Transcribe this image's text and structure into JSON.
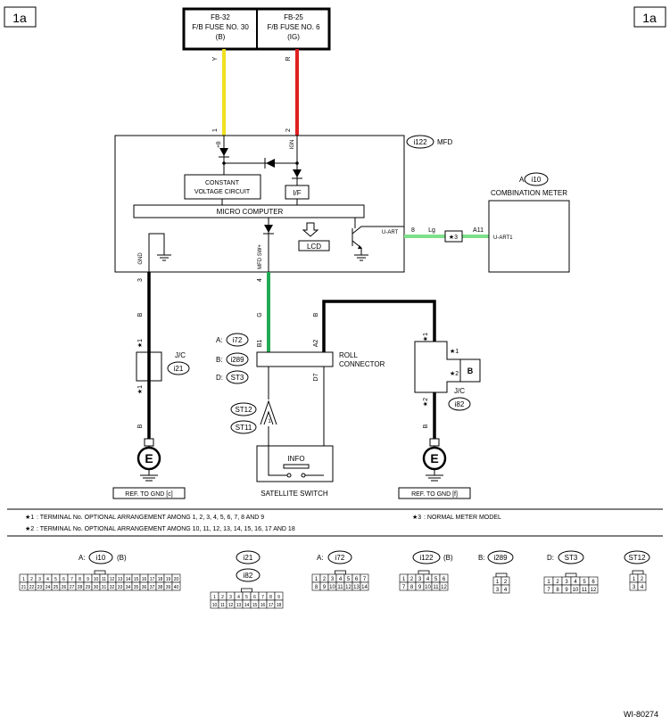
{
  "page_id": "1a",
  "doc_code": "WI-80274",
  "fuses": [
    {
      "name": "FB-32",
      "line1": "F/B FUSE NO. 30",
      "line2": "(B)",
      "wire": "Y",
      "color": "#f0e020",
      "pin": "1"
    },
    {
      "name": "FB-25",
      "line1": "F/B FUSE NO. 6",
      "line2": "(IG)",
      "wire": "R",
      "color": "#e02020",
      "pin": "2"
    }
  ],
  "mfd": {
    "conn": "i122",
    "label": "MFD",
    "pin_b": "+B",
    "pin_ign": "IGN",
    "cvc1": "CONSTANT",
    "cvc2": "VOLTAGE CIRCUIT",
    "if": "I/F",
    "micro": "MICRO COMPUTER",
    "lcd": "LCD",
    "gnd": "GND",
    "gnd_pin": "3",
    "sw": "MFD SW+",
    "sw_pin": "4",
    "uart": "U-ART",
    "uart_pin": "8"
  },
  "meter": {
    "prefix": "A:",
    "conn": "i10",
    "label": "COMBINATION METER",
    "pin": "A11",
    "pin_label": "U-ART1",
    "wire": "Lg",
    "wire_color": "#7de08a",
    "marker": "★3"
  },
  "wires": {
    "gnd": "B",
    "sw": "G",
    "sw_color": "#22aa55",
    "roll": "B"
  },
  "jc_left": {
    "label": "J/C",
    "conn": "i21",
    "top": "★1",
    "bottom": "★1",
    "wire_below": "B",
    "ref": "REF. TO GND [c]",
    "e": "E"
  },
  "jc_right": {
    "label": "J/C",
    "conn": "i82",
    "top": "★1",
    "mid1": "★1",
    "mid2": "★2",
    "bottom": "★2",
    "b": "B",
    "wire_below": "B",
    "ref": "REF. TO GND [f]",
    "e": "E"
  },
  "roll": {
    "label1": "ROLL",
    "label2": "CONNECTOR",
    "conns": [
      {
        "prefix": "A:",
        "id": "i72"
      },
      {
        "prefix": "B:",
        "id": "i289"
      },
      {
        "prefix": "D:",
        "id": "ST3"
      }
    ],
    "pin_b1": "B1",
    "pin_a2": "A2",
    "pin_d7": "D7"
  },
  "st": {
    "c1": "ST12",
    "c2": "ST11",
    "p1": "1",
    "p2": "1"
  },
  "sat": {
    "info": "INFO",
    "label": "SATELLITE SWITCH"
  },
  "notes": [
    {
      "mark": "★1",
      "text": ": TERMINAL No. OPTIONAL ARRANGEMENT AMONG 1, 2, 3, 4, 5, 6, 7, 8 AND 9"
    },
    {
      "mark": "★2",
      "text": ": TERMINAL No. OPTIONAL ARRANGEMENT AMONG 10, 11, 12, 13, 14, 15, 16, 17 AND 18"
    },
    {
      "mark": "★3",
      "text": ": NORMAL METER MODEL"
    }
  ],
  "connectors": {
    "i10": {
      "prefix": "A:",
      "id": "i10",
      "suffix": "(B)",
      "rows": [
        [
          "1",
          "2",
          "3",
          "4",
          "5",
          "6",
          "7",
          "8",
          "9",
          "10",
          "11",
          "12",
          "13",
          "14",
          "15",
          "16",
          "17",
          "18",
          "19",
          "20"
        ],
        [
          "21",
          "22",
          "23",
          "24",
          "25",
          "26",
          "27",
          "28",
          "29",
          "30",
          "31",
          "32",
          "33",
          "34",
          "35",
          "36",
          "37",
          "38",
          "39",
          "40"
        ]
      ]
    },
    "i21": {
      "id": "i21",
      "id2": "i82",
      "rows": [
        [
          "1",
          "2",
          "3",
          "4",
          "5",
          "6",
          "7",
          "8",
          "9"
        ],
        [
          "10",
          "11",
          "12",
          "13",
          "14",
          "15",
          "16",
          "17",
          "18"
        ]
      ]
    },
    "i72": {
      "prefix": "A:",
      "id": "i72",
      "rows": [
        [
          "1",
          "2",
          "3",
          "4",
          "5",
          "6",
          "7"
        ],
        [
          "8",
          "9",
          "10",
          "11",
          "12",
          "13",
          "14"
        ]
      ]
    },
    "i122": {
      "id": "i122",
      "suffix": "(B)",
      "rows": [
        [
          "1",
          "2",
          "3",
          "4",
          "5",
          "6"
        ],
        [
          "7",
          "8",
          "9",
          "10",
          "11",
          "12"
        ]
      ]
    },
    "i289": {
      "prefix": "B:",
      "id": "i289",
      "rows": [
        [
          "1",
          "2"
        ],
        [
          "3",
          "4"
        ]
      ]
    },
    "ST3": {
      "prefix": "D:",
      "id": "ST3",
      "rows": [
        [
          "1",
          "2",
          "3",
          "4",
          "5",
          "6"
        ],
        [
          "7",
          "8",
          "9",
          "10",
          "11",
          "12"
        ]
      ]
    },
    "ST12": {
      "id": "ST12",
      "rows": [
        [
          "1",
          "2"
        ],
        [
          "3",
          "4"
        ]
      ]
    }
  }
}
